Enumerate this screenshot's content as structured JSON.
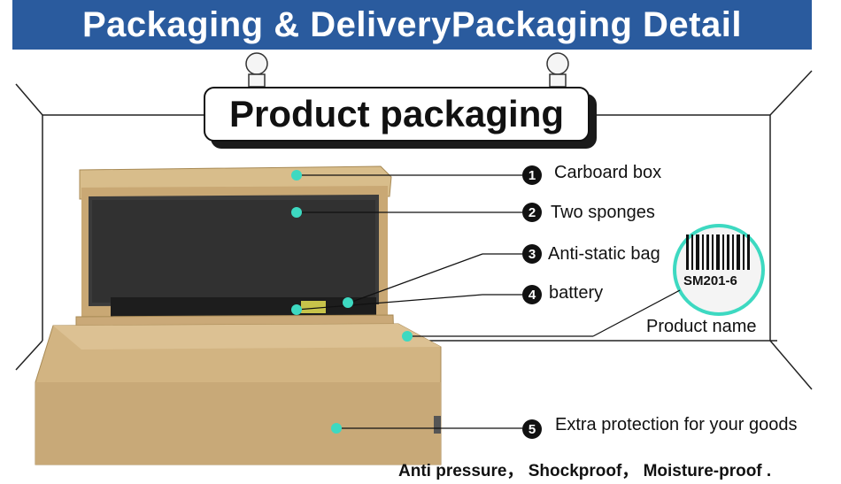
{
  "banner": {
    "title": "Packaging & DeliveryPackaging Detail"
  },
  "card": {
    "title": "Product packaging"
  },
  "callouts": [
    {
      "number": "1",
      "label": "Carboard box"
    },
    {
      "number": "2",
      "label": "Two sponges"
    },
    {
      "number": "3",
      "label": "Anti-static bag"
    },
    {
      "number": "4",
      "label": "battery"
    },
    {
      "number": "5",
      "label": "Extra protection for your goods"
    }
  ],
  "product_name_label": "Product name",
  "barcode_text": "SM201-6",
  "footer": "Anti pressure， Shockproof， Moisture-proof .",
  "colors": {
    "banner": "#2a5b9e",
    "marker": "#3dd9c1",
    "box": "#c8a978"
  }
}
